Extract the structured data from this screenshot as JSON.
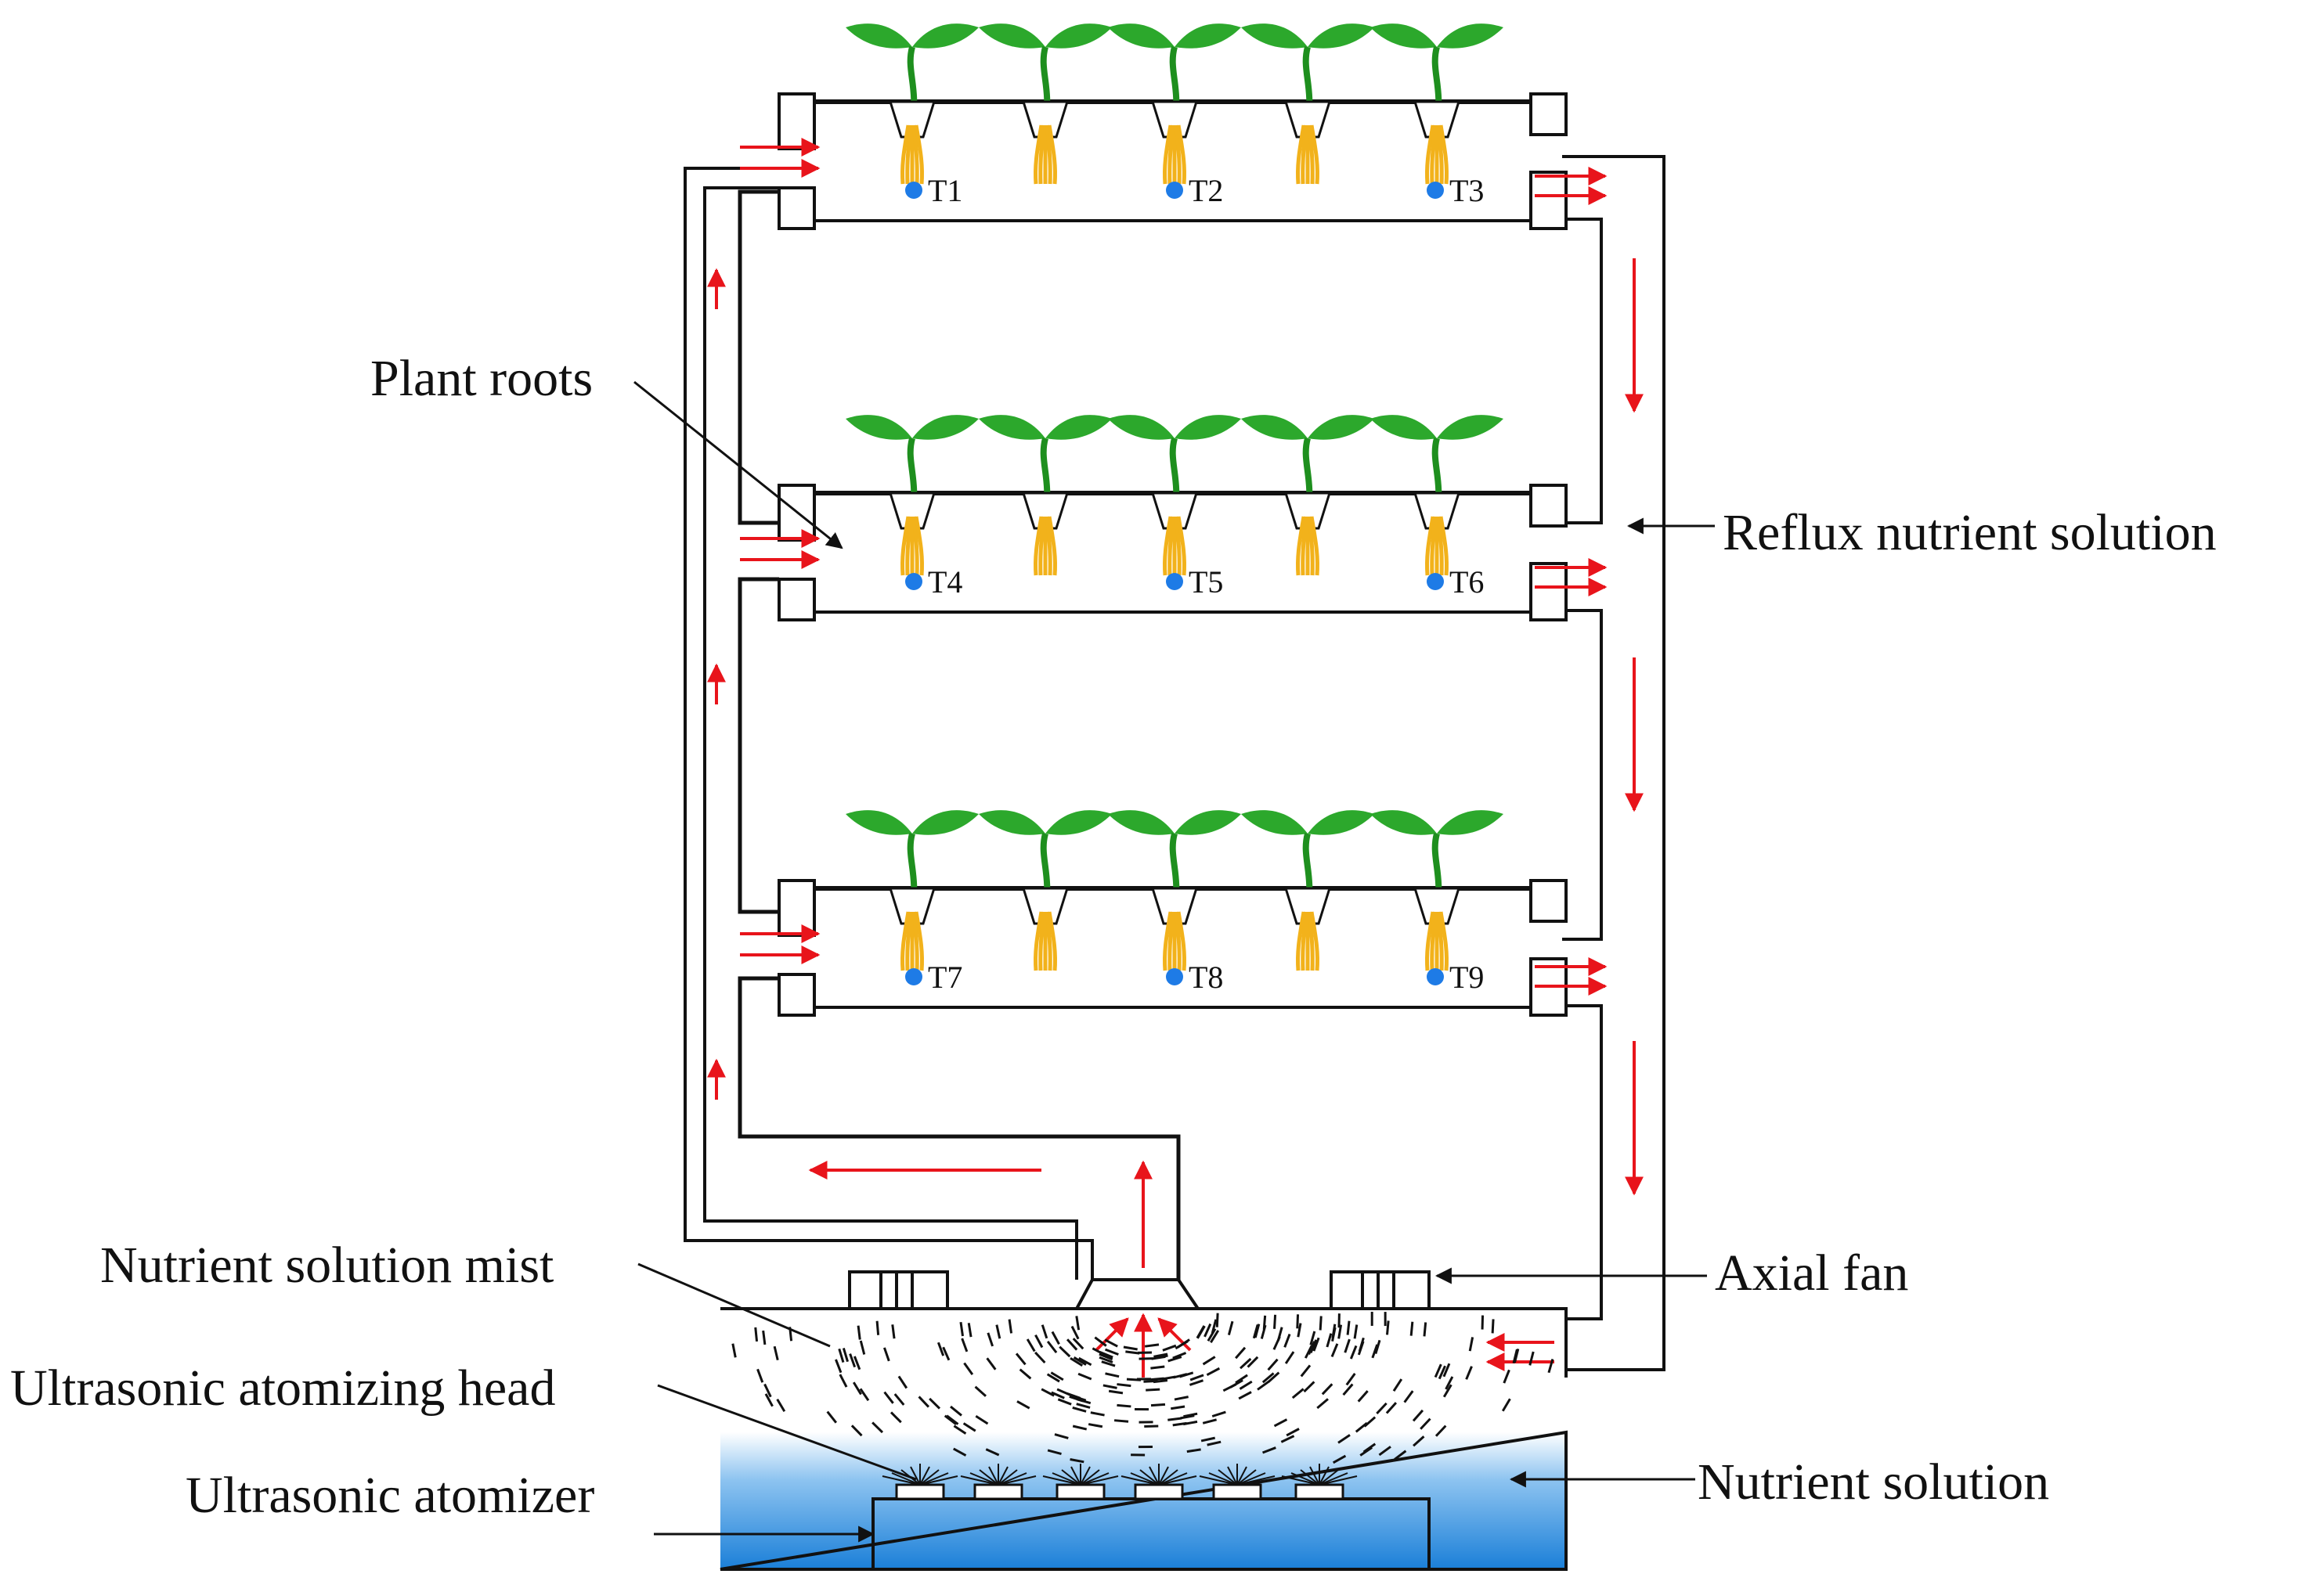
{
  "labels": {
    "plant_roots": "Plant roots",
    "reflux": "Reflux nutrient solution",
    "mist": "Nutrient solution mist",
    "head": "Ultrasonic atomizing head",
    "atomizer": "Ultrasonic atomizer",
    "fan": "Axial fan",
    "solution": "Nutrient solution"
  },
  "sensors": [
    "T1",
    "T2",
    "T3",
    "T4",
    "T5",
    "T6",
    "T7",
    "T8",
    "T9"
  ],
  "colors": {
    "line": "#111111",
    "flow_arrow": "#e8141b",
    "leaf": "#2ca82c",
    "stem": "#1e8f1e",
    "root": "#f2b21b",
    "sensor": "#1e7be6",
    "water_top": "#ffffff",
    "water_bottom": "#1b7fd8"
  },
  "icons": [
    "plant-seedling-icon",
    "temperature-sensor-icon",
    "axial-fan-icon",
    "atomizing-head-icon",
    "flow-arrow-icon"
  ]
}
